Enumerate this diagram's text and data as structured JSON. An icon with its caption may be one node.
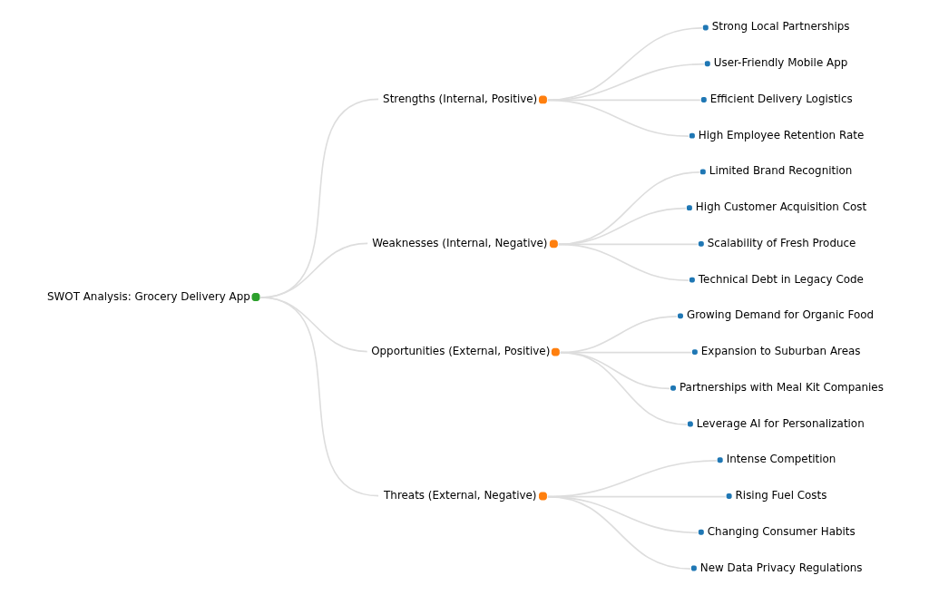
{
  "diagram": {
    "nodes": [
      {
        "text": [
          "SWOT Analysis: Grocery Delivery App"
        ]
      },
      {
        "text": [
          "Strengths (Internal, Positive)"
        ]
      },
      {
        "text": [
          "Strong Local Partnerships"
        ]
      },
      {
        "text": [
          "User-Friendly Mobile App"
        ]
      },
      {
        "text": [
          "Efficient Delivery Logistics"
        ]
      },
      {
        "text": [
          "High Employee Retention Rate"
        ]
      },
      {
        "text": [
          "Weaknesses (Internal, Negative)"
        ]
      },
      {
        "text": [
          "Limited Brand Recognition"
        ]
      },
      {
        "text": [
          "High Customer Acquisition Cost"
        ]
      },
      {
        "text": [
          "Scalability of Fresh Produce"
        ]
      },
      {
        "text": [
          "Technical Debt in Legacy Code"
        ]
      },
      {
        "text": [
          "Opportunities (External, Positive)"
        ]
      },
      {
        "text": [
          "Growing Demand for Organic Food"
        ]
      },
      {
        "text": [
          "Expansion to Suburban Areas"
        ]
      },
      {
        "text": [
          "Partnerships with Meal Kit Companies"
        ]
      },
      {
        "text": [
          "Leverage AI for Personalization"
        ]
      },
      {
        "text": [
          "Threats (External, Negative)"
        ]
      },
      {
        "text": [
          "Intense Competition"
        ]
      },
      {
        "text": [
          "Rising Fuel Costs"
        ]
      },
      {
        "text": [
          "Changing Consumer Habits"
        ]
      },
      {
        "text": [
          "New Data Privacy Regulations"
        ]
      }
    ],
    "edges": [
      {
        "from": 0,
        "to": 1,
        "arrow": "none"
      },
      {
        "from": 0,
        "to": 6,
        "arrow": "none"
      },
      {
        "from": 0,
        "to": 11,
        "arrow": "none"
      },
      {
        "from": 0,
        "to": 16,
        "arrow": "none"
      },
      {
        "from": 1,
        "to": 2,
        "arrow": "none"
      },
      {
        "from": 1,
        "to": 3,
        "arrow": "none"
      },
      {
        "from": 1,
        "to": 4,
        "arrow": "none"
      },
      {
        "from": 1,
        "to": 5,
        "arrow": "none"
      },
      {
        "from": 6,
        "to": 7,
        "arrow": "none"
      },
      {
        "from": 6,
        "to": 8,
        "arrow": "none"
      },
      {
        "from": 6,
        "to": 9,
        "arrow": "none"
      },
      {
        "from": 6,
        "to": 10,
        "arrow": "none"
      },
      {
        "from": 11,
        "to": 12,
        "arrow": "none"
      },
      {
        "from": 11,
        "to": 13,
        "arrow": "none"
      },
      {
        "from": 11,
        "to": 14,
        "arrow": "none"
      },
      {
        "from": 11,
        "to": 15,
        "arrow": "none"
      },
      {
        "from": 16,
        "to": 17,
        "arrow": "none"
      },
      {
        "from": 16,
        "to": 18,
        "arrow": "none"
      },
      {
        "from": 16,
        "to": 19,
        "arrow": "none"
      },
      {
        "from": 16,
        "to": 20,
        "arrow": "none"
      }
    ]
  }
}
